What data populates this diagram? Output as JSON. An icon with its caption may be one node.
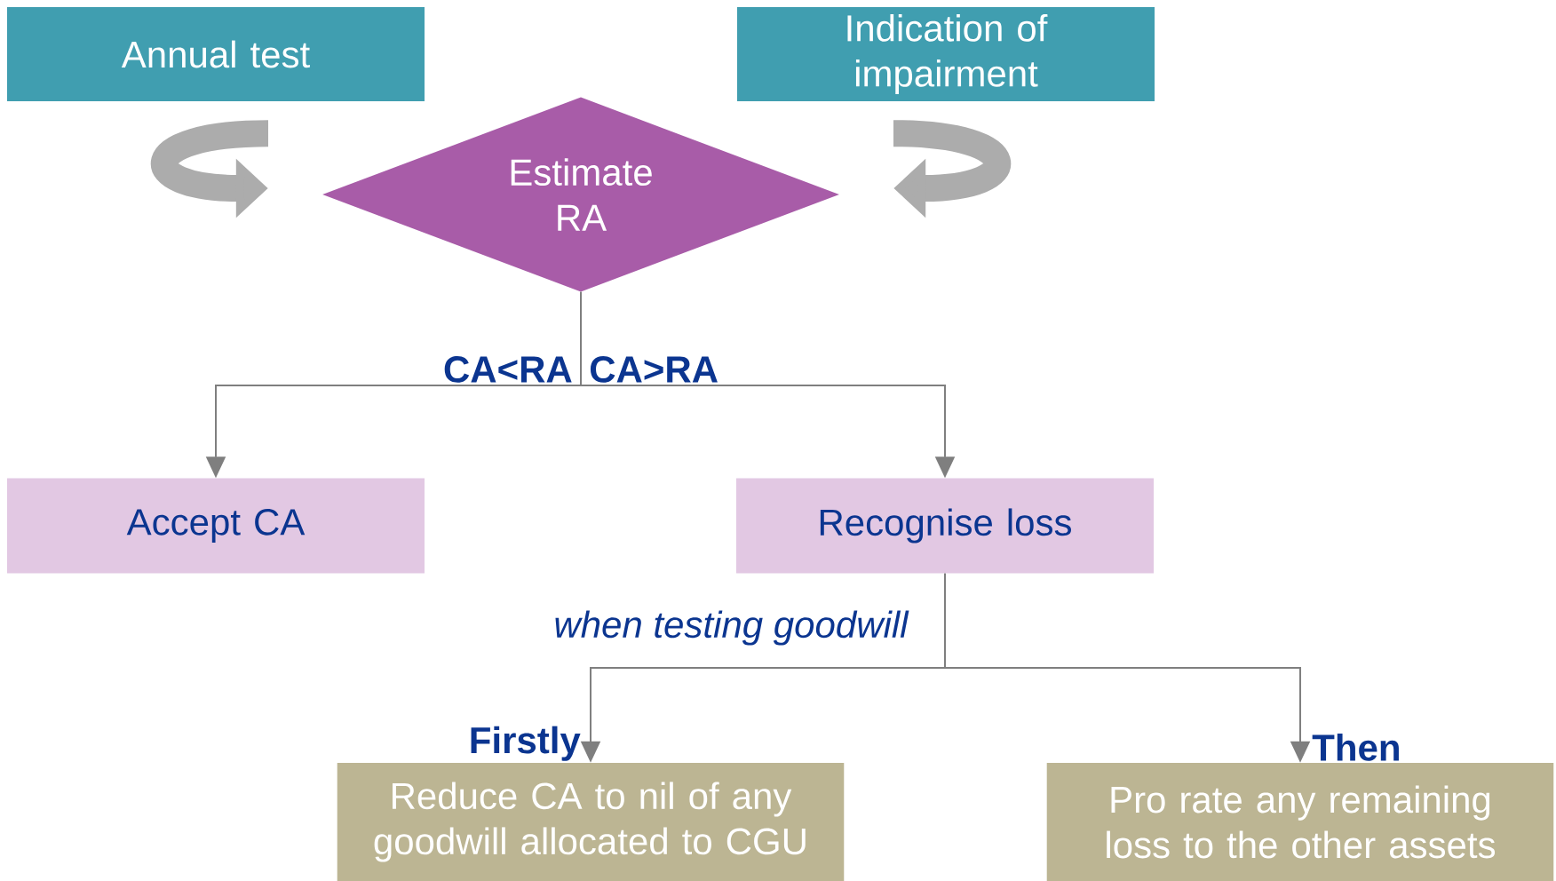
{
  "diagram": {
    "nodes": [
      {
        "text": [
          "Annual test"
        ]
      },
      {
        "text": [
          "Indication of impairment"
        ]
      },
      {
        "text": [
          "Estimate RA"
        ]
      },
      {
        "text": [
          "Accept CA"
        ]
      },
      {
        "text": [
          "Recognise loss"
        ]
      },
      {
        "text": [
          "Reduce CA to nil of any goodwill allocated to CGU"
        ]
      },
      {
        "text": [
          "Pro rate any remaining loss to the other assets"
        ]
      }
    ],
    "edges": [
      {
        "from": 0,
        "to": 2,
        "arrow": "to",
        "style": "thick",
        "color": "#acacac"
      },
      {
        "from": 1,
        "to": 2,
        "arrow": "to",
        "style": "thick",
        "color": "#acacac"
      },
      {
        "from": 2,
        "to": 3,
        "arrow": "to",
        "label": "CA<RA"
      },
      {
        "from": 2,
        "to": 4,
        "arrow": "to",
        "label": "CA>RA"
      },
      {
        "from": 4,
        "to": 5,
        "arrow": "to",
        "label": "Firstly"
      },
      {
        "from": 4,
        "to": 6,
        "arrow": "to",
        "label": "Then"
      }
    ],
    "labels": [
      "when testing goodwill"
    ]
  }
}
